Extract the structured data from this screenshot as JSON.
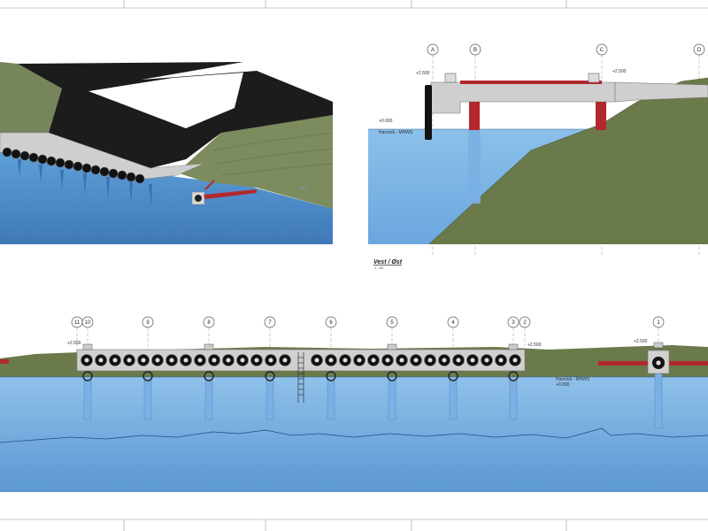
{
  "colors": {
    "water": "#5b9bd5",
    "water_deep": "#4a85c0",
    "terrain": "#6b7a4a",
    "asphalt": "#1c1c1c",
    "steel": "#b3282d",
    "concrete": "#c7c7c7"
  },
  "section": {
    "title": "Vest / Øst",
    "scale": "1 : 50",
    "grids": [
      "A",
      "B",
      "C",
      "D"
    ],
    "levels": [
      "+2.500",
      "+2.500",
      "+0.000"
    ],
    "water_tag": "Havnivå - MHWS"
  },
  "elevation": {
    "grids": [
      "11",
      "10",
      "9",
      "8",
      "7",
      "6",
      "5",
      "4",
      "3",
      "2",
      "1"
    ],
    "levels": [
      "+2.500",
      "+2.500",
      "+2.500"
    ],
    "water_tag": "Havnivå - MHWS",
    "water_tag2": "+0.000"
  }
}
